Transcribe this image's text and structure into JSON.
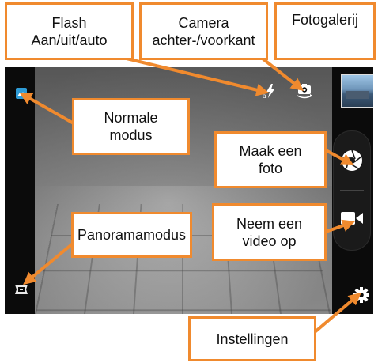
{
  "callouts": {
    "flash": [
      "Flash",
      "Aan/uit/auto"
    ],
    "camera": [
      "Camera",
      "achter-/voorkant"
    ],
    "gallery": [
      "Fotogalerij"
    ],
    "normal": [
      "Normale",
      "modus"
    ],
    "photo": [
      "Maak een",
      "foto"
    ],
    "panorama": [
      "Panoramamodus"
    ],
    "video": [
      "Neem een",
      "video op"
    ],
    "settings": [
      "Instellingen"
    ]
  },
  "icons": {
    "flash": "flash-auto-icon",
    "switch_camera": "switch-camera-icon",
    "gallery": "gallery-thumbnail",
    "normal_mode": "image-mode-icon",
    "panorama_mode": "panorama-icon",
    "shutter": "camera-shutter-icon",
    "video": "video-camera-icon",
    "settings": "gear-icon"
  },
  "colors": {
    "callout_border": "#f08a2e",
    "arrow": "#f08a2e",
    "mode_active": "#2e9bd6"
  }
}
